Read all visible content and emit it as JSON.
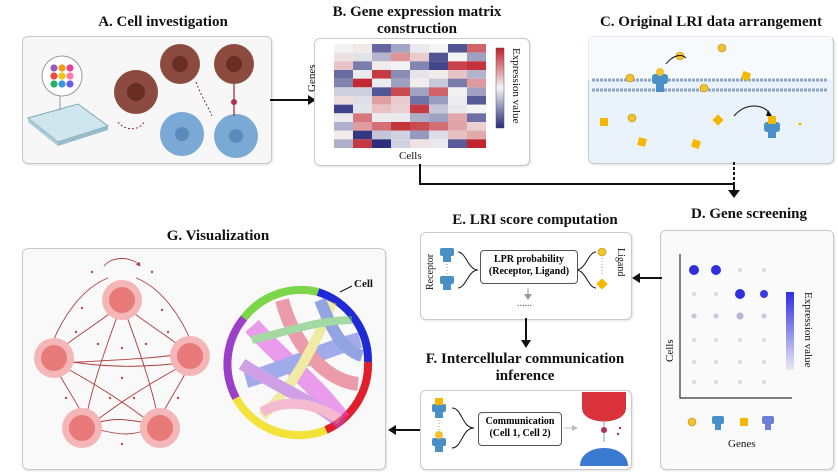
{
  "titles": {
    "a": "A. Cell investigation",
    "b": "B. Gene expression matrix construction",
    "c": "C. Original LRI data arrangement",
    "d": "D. Gene screening",
    "e": "E. LRI score computation",
    "f": "F. Intercellular communication inference",
    "g": "G. Visualization"
  },
  "heatmap": {
    "ylabel": "Genes",
    "xlabel": "Cells",
    "colorbar_label": "Expression value",
    "colors": {
      "high": "#c0202a",
      "mid": "#f4f4f4",
      "low": "#262a7a"
    }
  },
  "dotplot": {
    "ylabel": "Cells",
    "xlabel": "Genes",
    "colorbar_label": "Expression value"
  },
  "lri": {
    "receptor_label": "Receptor",
    "ligand_label": "Ligand",
    "box_line1": "LPR probability",
    "box_line2": "(Receptor, Ligand)",
    "dots": "......"
  },
  "comm": {
    "box_line1": "Communication",
    "box_line2": "(Cell 1, Cell 2)"
  },
  "chord": {
    "label": "Cell"
  },
  "colors": {
    "arrow": "#111111",
    "cell_red": "#e87a7a",
    "ligand_gold": "#f2c230",
    "receptor_blue": "#4a90c8",
    "ligand_sq": "#f5b800",
    "dot_blue": "#2f2fe0"
  }
}
